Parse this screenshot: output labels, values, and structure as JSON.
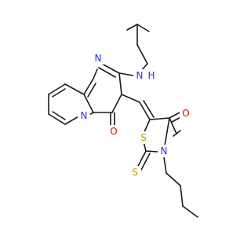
{
  "molecule": {
    "atoms": [
      {
        "id": "N1",
        "symbol": "N",
        "color": "#2f2fd8"
      },
      {
        "id": "NH",
        "symbol": "N",
        "color": "#2f2fd8"
      },
      {
        "id": "H",
        "symbol": "H",
        "color": "#2f2fd8"
      },
      {
        "id": "N2",
        "symbol": "N",
        "color": "#2f2fd8"
      },
      {
        "id": "O1",
        "symbol": "O",
        "color": "#e00000"
      },
      {
        "id": "O2",
        "symbol": "O",
        "color": "#e00000"
      },
      {
        "id": "S1",
        "symbol": "S",
        "color": "#b5a100"
      },
      {
        "id": "S2",
        "symbol": "S",
        "color": "#b5a100"
      },
      {
        "id": "N3",
        "symbol": "N",
        "color": "#2f2fd8"
      }
    ]
  }
}
